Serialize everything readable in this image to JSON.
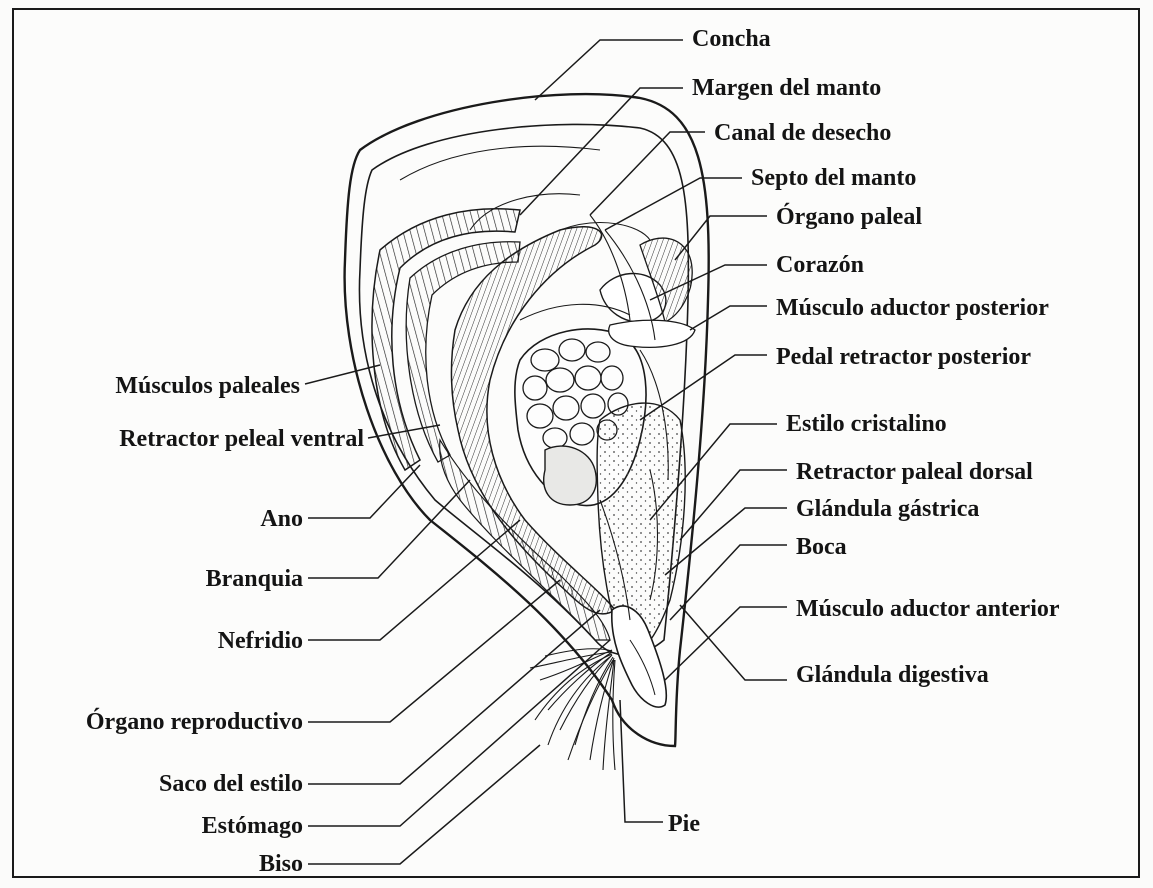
{
  "diagram": {
    "labels": {
      "concha": "Concha",
      "margen_manto": "Margen del manto",
      "canal_desecho": "Canal de desecho",
      "septo_manto": "Septo del manto",
      "organo_paleal": "Órgano paleal",
      "corazon": "Corazón",
      "musculo_aductor_posterior": "Músculo aductor posterior",
      "pedal_retractor_posterior": "Pedal retractor posterior",
      "estilo_cristalino": "Estilo cristalino",
      "retractor_paleal_dorsal": "Retractor paleal dorsal",
      "glandula_gastrica": "Glándula gástrica",
      "boca": "Boca",
      "musculo_aductor_anterior": "Músculo aductor anterior",
      "glandula_digestiva": "Glándula digestiva",
      "pie": "Pie",
      "musculos_paleales": "Músculos paleales",
      "retractor_peleal_ventral": "Retractor peleal ventral",
      "ano": "Ano",
      "branquia": "Branquia",
      "nefridio": "Nefridio",
      "organo_reproductivo": "Órgano reproductivo",
      "saco_estilo": "Saco del estilo",
      "estomago": "Estómago",
      "biso": "Biso"
    }
  }
}
